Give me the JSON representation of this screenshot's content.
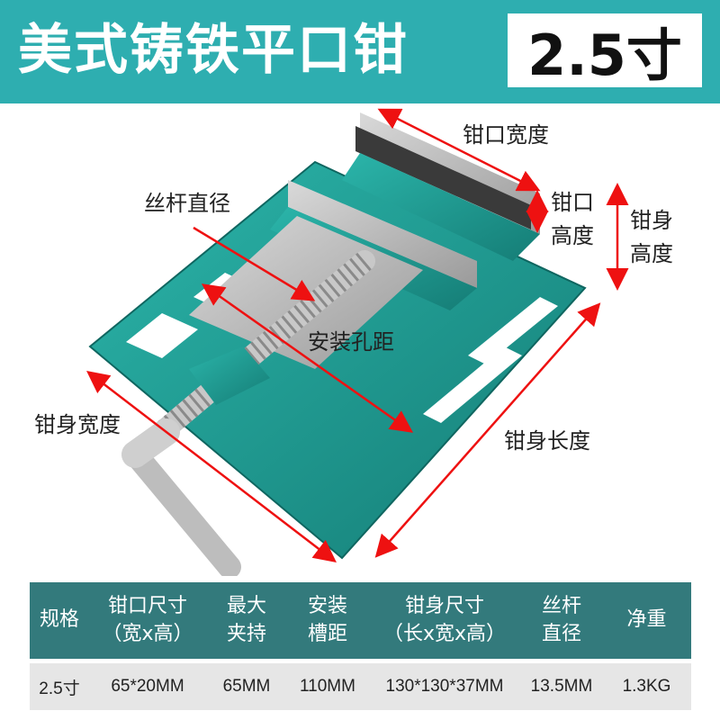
{
  "header": {
    "title": "美式铸铁平口钳",
    "size": "2.5寸",
    "bg_color": "#2eaeb0"
  },
  "diagram": {
    "labels": {
      "jaw_width": "钳口宽度",
      "jaw_height_1": "钳口",
      "jaw_height_2": "高度",
      "body_height_1": "钳身",
      "body_height_2": "高度",
      "screw_diameter": "丝杆直径",
      "mount_spacing": "安装孔距",
      "body_width": "钳身宽度",
      "body_length": "钳身长度"
    },
    "arrow_color": "#ee1111",
    "vise_color": "#1f9e95"
  },
  "spec_table": {
    "header_color": "#337a7c",
    "row_color": "#e6e6e6",
    "columns": [
      {
        "line1": "规格",
        "line2": ""
      },
      {
        "line1": "钳口尺寸",
        "line2": "（宽x高）"
      },
      {
        "line1": "最大",
        "line2": "夹持"
      },
      {
        "line1": "安装",
        "line2": "槽距"
      },
      {
        "line1": "钳身尺寸",
        "line2": "（长x宽x高）"
      },
      {
        "line1": "丝杆",
        "line2": "直径"
      },
      {
        "line1": "净重",
        "line2": ""
      }
    ],
    "rows": [
      [
        "2.5寸",
        "65*20MM",
        "65MM",
        "110MM",
        "130*130*37MM",
        "13.5MM",
        "1.3KG"
      ]
    ]
  }
}
